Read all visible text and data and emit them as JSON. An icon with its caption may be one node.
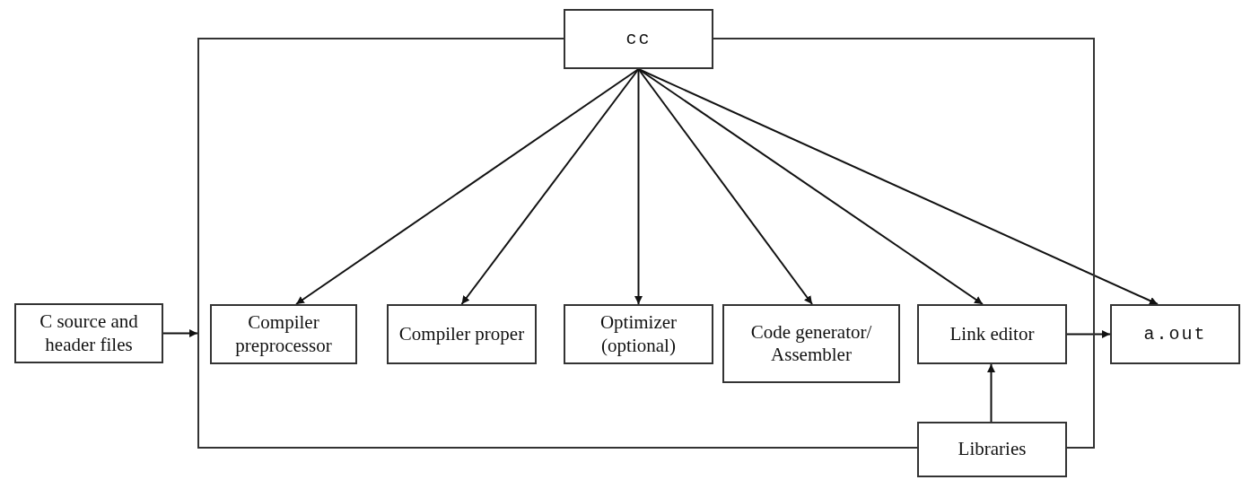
{
  "diagram": {
    "nodes": [
      {
        "text": [],
        "shape": "box"
      },
      {
        "text": [
          "cc"
        ]
      },
      {
        "text": [
          "C source and header files"
        ]
      },
      {
        "text": [
          "Compiler preprocessor"
        ],
        "in": 0
      },
      {
        "text": [
          "Compiler proper"
        ],
        "in": 0
      },
      {
        "text": [
          "Optimizer (optional)"
        ],
        "in": 0
      },
      {
        "text": [
          "Code generator/ Assembler"
        ],
        "in": 0
      },
      {
        "text": [
          "Link editor"
        ],
        "in": 0
      },
      {
        "text": [
          "a.out"
        ]
      },
      {
        "text": [
          "Libraries"
        ]
      }
    ],
    "edges": [
      {
        "from": 1,
        "to": 3,
        "arrow": "to"
      },
      {
        "from": 1,
        "to": 4,
        "arrow": "to"
      },
      {
        "from": 1,
        "to": 5,
        "arrow": "to"
      },
      {
        "from": 1,
        "to": 6,
        "arrow": "to"
      },
      {
        "from": 1,
        "to": 7,
        "arrow": "to"
      },
      {
        "from": 1,
        "to": 8,
        "arrow": "to"
      },
      {
        "from": 2,
        "to": 0,
        "arrow": "to"
      },
      {
        "from": 7,
        "to": 8,
        "arrow": "to"
      },
      {
        "from": 9,
        "to": 7,
        "arrow": "to"
      }
    ]
  }
}
